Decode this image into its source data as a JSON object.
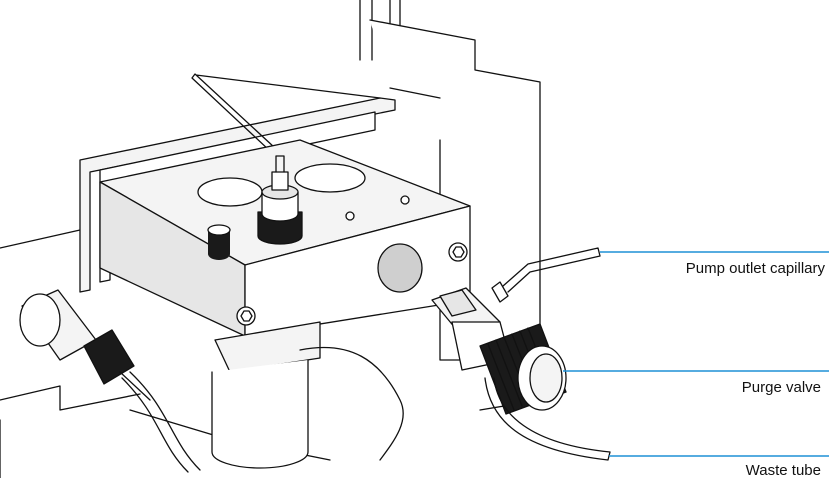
{
  "callouts": [
    {
      "label": "Pump outlet capillary",
      "target": "pump-outlet-capillary"
    },
    {
      "label": "Purge valve",
      "target": "purge-valve"
    },
    {
      "label": "Waste tube",
      "target": "waste-tube"
    }
  ],
  "leader_color": "#1e90d6"
}
